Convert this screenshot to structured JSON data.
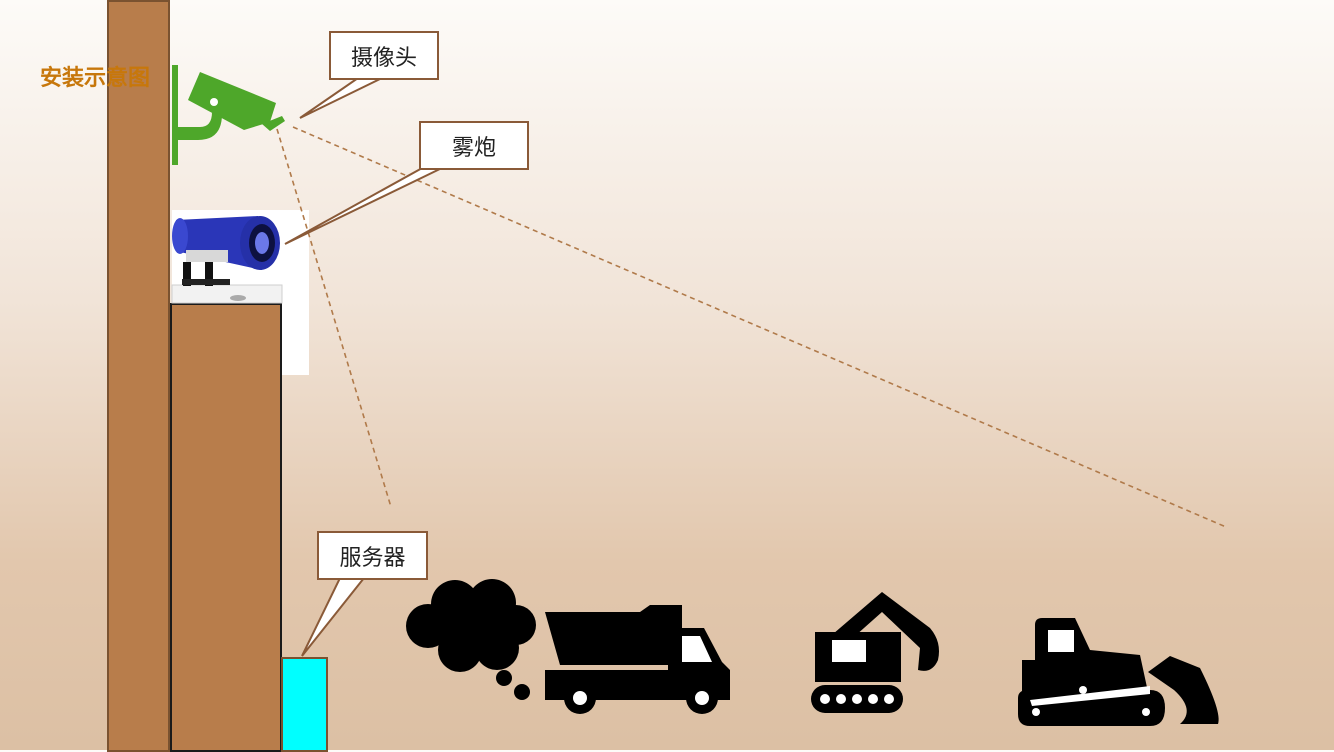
{
  "title": "安装示意图",
  "callouts": {
    "camera": "摄像头",
    "fog_cannon": "雾炮",
    "server": "服务器"
  },
  "colors": {
    "pole": "#b87d4b",
    "outline": "#8a5a38",
    "camera": "#4ea72a",
    "cannon": "#2a36b8",
    "server": "#00ffff",
    "title": "#c7770b",
    "dashed_line": "#b07a4a"
  },
  "icons": {
    "camera": "cctv-camera-icon",
    "cannon": "fog-cannon-icon",
    "dust": "dust-cloud-icon",
    "truck": "dump-truck-icon",
    "excavator": "excavator-icon",
    "bulldozer": "bulldozer-icon"
  }
}
